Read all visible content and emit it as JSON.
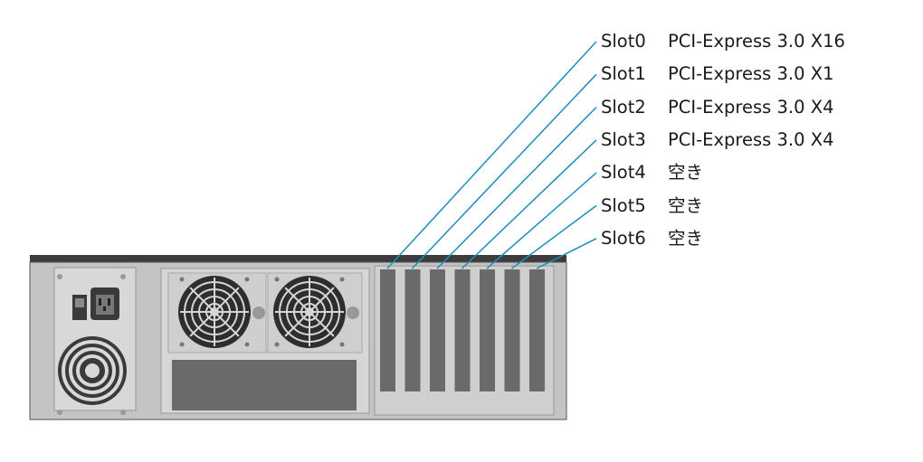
{
  "slots": [
    {
      "name": "Slot0",
      "desc": "PCI-Express 3.0 X16"
    },
    {
      "name": "Slot1",
      "desc": "PCI-Express 3.0 X1"
    },
    {
      "name": "Slot2",
      "desc": "PCI-Express 3.0 X4"
    },
    {
      "name": "Slot3",
      "desc": "PCI-Express 3.0 X4"
    },
    {
      "name": "Slot4",
      "desc": "空き"
    },
    {
      "name": "Slot5",
      "desc": "空き"
    },
    {
      "name": "Slot6",
      "desc": "空き"
    }
  ],
  "colors": {
    "chassis": "#c7c7c7",
    "chassis_edge": "#444444",
    "panel": "#dcdcdc",
    "slot": "#6a6a6a",
    "fan": "#2e2e2e",
    "leader": "#1a8fb8"
  }
}
